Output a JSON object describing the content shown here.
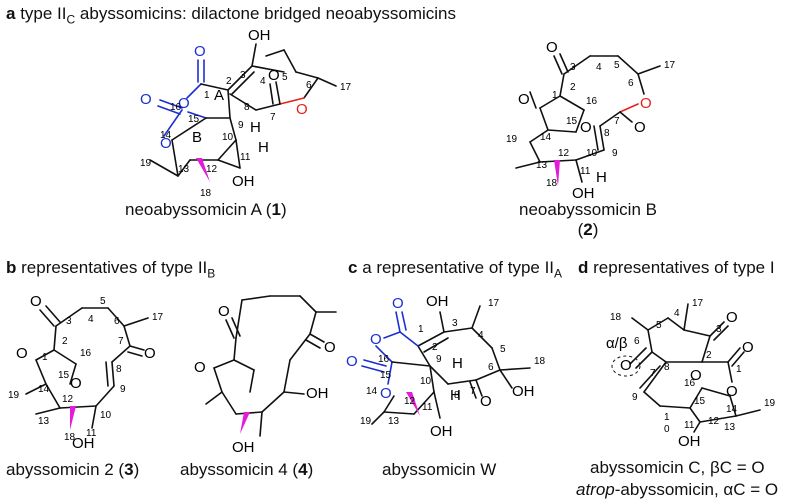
{
  "panels": {
    "a": {
      "letter": "a",
      "title_pre": "type II",
      "title_sub": "C",
      "title_post": " abyssomicins: dilactone bridged neoabyssomicins",
      "compounds": [
        {
          "name": "neoabyssomicin A (",
          "number": "1",
          "close": ")"
        },
        {
          "name": "neoabyssomicin B",
          "number": "2"
        }
      ]
    },
    "b": {
      "letter": "b",
      "title_pre": "representatives of type II",
      "title_sub": "B",
      "compounds": [
        {
          "name": "abyssomicin 2 (",
          "number": "3",
          "close": ")"
        },
        {
          "name": "abyssomicin 4 (",
          "number": "4",
          "close": ")"
        }
      ]
    },
    "c": {
      "letter": "c",
      "title_pre": "a representative of type II",
      "title_sub": "A",
      "compounds": [
        {
          "name": "abyssomicin W"
        }
      ]
    },
    "d": {
      "letter": "d",
      "title_pre": "representatives of type I",
      "compounds": [
        {
          "name": "abyssomicin C, βC = O"
        },
        {
          "name_italic": "atrop",
          "name_rest": "-abyssomicin, αC = O"
        }
      ]
    }
  },
  "labels": {
    "OH": "OH",
    "O": "O",
    "H": "H",
    "A": "A",
    "B": "B",
    "alpha_beta": "α/β",
    "n1": "1",
    "n2": "2",
    "n3": "3",
    "n4": "4",
    "n5": "5",
    "n6": "6",
    "n7": "7",
    "n8": "8",
    "n9": "9",
    "n10": "10",
    "n11": "11",
    "n12": "12",
    "n13": "13",
    "n14": "14",
    "n15": "15",
    "n16": "16",
    "n17": "17",
    "n18": "18",
    "n19": "19",
    "n0": "0"
  },
  "colors": {
    "ring_atoms_blue": "#1a2fd0",
    "lactone_red": "#e8201a",
    "methyl_wedge_magenta": "#e41bd8"
  }
}
